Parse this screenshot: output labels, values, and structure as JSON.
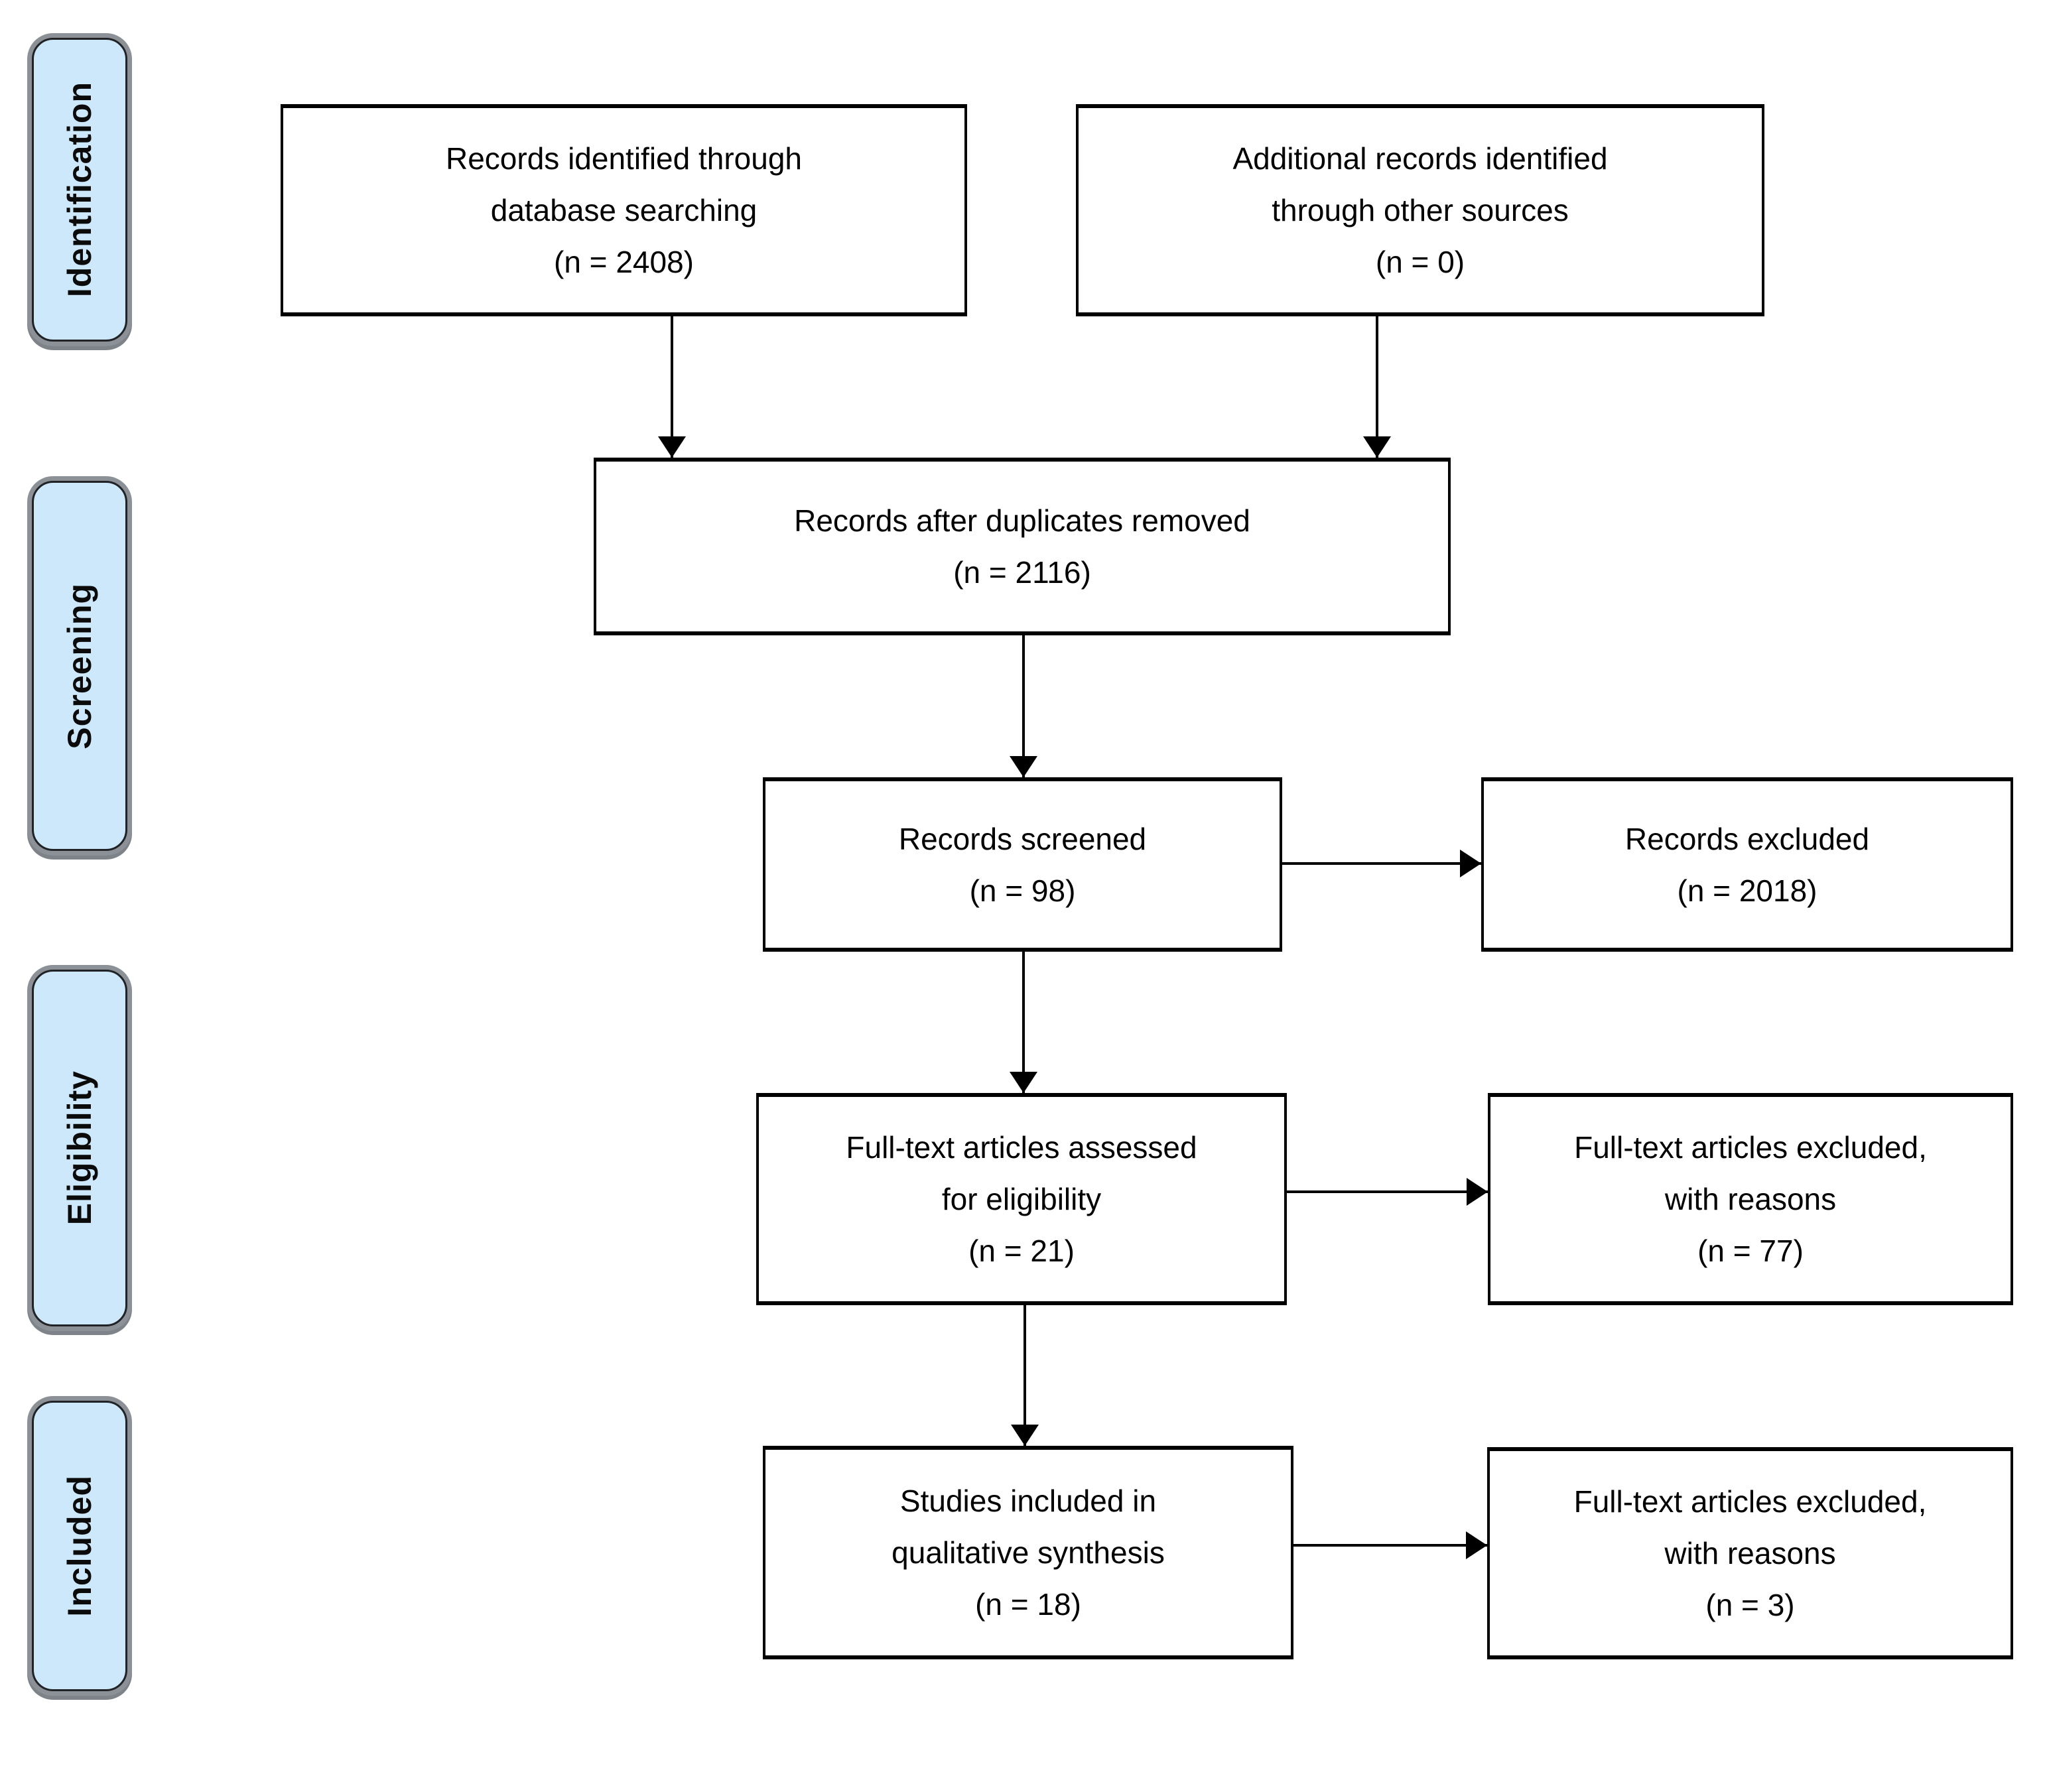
{
  "stages": [
    {
      "label": "Identification"
    },
    {
      "label": "Screening"
    },
    {
      "label": "Eligibility"
    },
    {
      "label": "Included"
    }
  ],
  "flow_boxes": [
    {
      "id": "records-identified",
      "text": "Records identified through\ndatabase searching\n(n = 2408)",
      "n": 2408
    },
    {
      "id": "additional-records",
      "text": "Additional records identified\nthrough other sources\n(n = 0)",
      "n": 0
    },
    {
      "id": "records-after-duplicates",
      "text": "Records after duplicates removed\n(n = 2116)",
      "n": 2116
    },
    {
      "id": "records-screened",
      "text": "Records screened\n(n = 98)",
      "n": 98
    },
    {
      "id": "records-excluded",
      "text": "Records excluded\n(n = 2018)",
      "n": 2018
    },
    {
      "id": "fulltext-assessed",
      "text": "Full-text articles assessed\nfor eligibility\n(n = 21)",
      "n": 21
    },
    {
      "id": "fulltext-excluded-reasons",
      "text": "Full-text articles excluded,\nwith reasons\n(n = 77)",
      "n": 77
    },
    {
      "id": "studies-included-qualitative",
      "text": "Studies included in\nqualitative synthesis\n(n = 18)",
      "n": 18
    },
    {
      "id": "fulltext-excluded-reasons-2",
      "text": "Full-text articles excluded,\nwith reasons\n(n = 3)",
      "n": 3
    }
  ],
  "connections": [
    {
      "from": "records-identified",
      "to": "records-after-duplicates",
      "direction": "down"
    },
    {
      "from": "additional-records",
      "to": "records-after-duplicates",
      "direction": "down"
    },
    {
      "from": "records-after-duplicates",
      "to": "records-screened",
      "direction": "down"
    },
    {
      "from": "records-screened",
      "to": "records-excluded",
      "direction": "right"
    },
    {
      "from": "records-screened",
      "to": "fulltext-assessed",
      "direction": "down"
    },
    {
      "from": "fulltext-assessed",
      "to": "fulltext-excluded-reasons",
      "direction": "right"
    },
    {
      "from": "fulltext-assessed",
      "to": "studies-included-qualitative",
      "direction": "down"
    },
    {
      "from": "studies-included-qualitative",
      "to": "fulltext-excluded-reasons-2",
      "direction": "right"
    }
  ],
  "colors": {
    "stage_fill": "#cde8fa",
    "stage_border": "#202225",
    "stage_shadow": "#8b9197",
    "box_fill": "#ffffff",
    "box_border": "#000000",
    "arrow": "#000000",
    "text": "#000000",
    "background": "#ffffff"
  }
}
